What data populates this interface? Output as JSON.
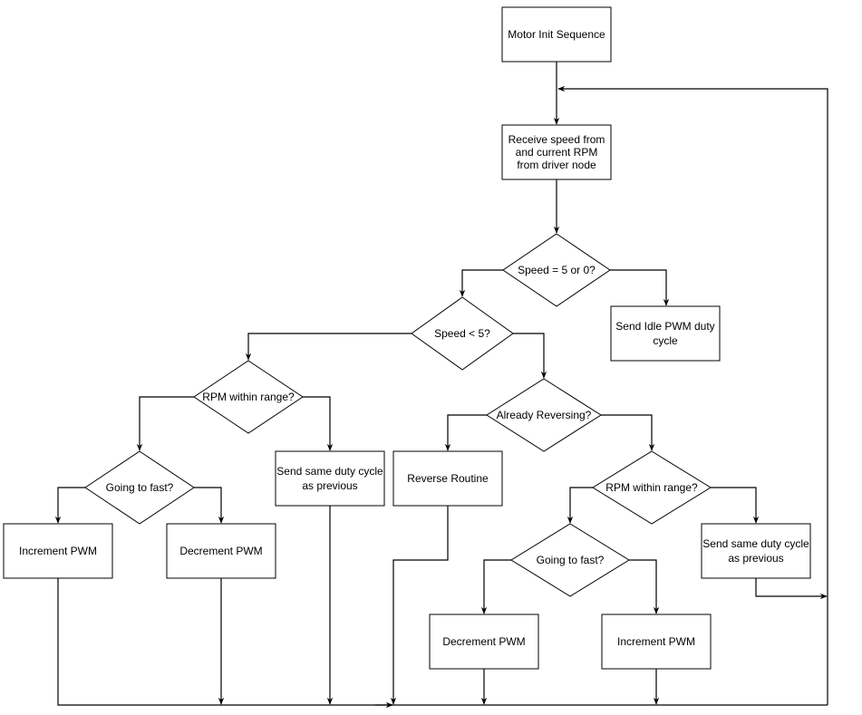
{
  "nodes": {
    "init": "Motor Init Sequence",
    "receive": [
      "Receive speed from",
      "and current RPM",
      "from driver node"
    ],
    "speed5or0": "Speed = 5 or 0?",
    "idle": [
      "Send Idle PWM duty",
      "cycle"
    ],
    "speedlt5": "Speed < 5?",
    "rpm_left": "RPM within range?",
    "reversing": "Already Reversing?",
    "fast_left": "Going to fast?",
    "same_left": [
      "Send same duty cycle",
      "as previous"
    ],
    "reverse": "Reverse Routine",
    "rpm_right": "RPM within range?",
    "inc_left": "Increment PWM",
    "dec_left": "Decrement PWM",
    "fast_right": "Going to fast?",
    "same_right": [
      "Send same duty cycle",
      "as previous"
    ],
    "dec_right": "Decrement PWM",
    "inc_right": "Increment PWM"
  }
}
